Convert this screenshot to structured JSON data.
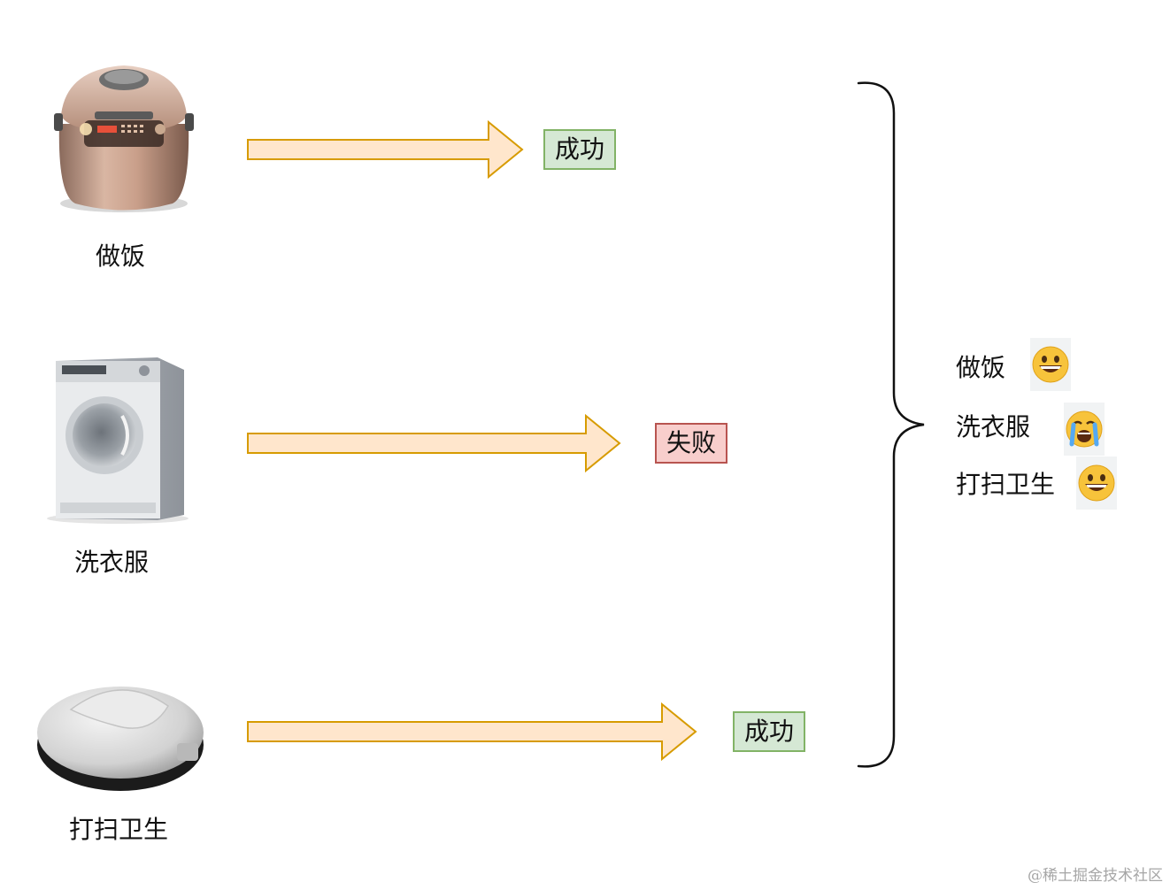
{
  "tasks": [
    {
      "name": "做饭",
      "status": "成功",
      "device_icon": "rice-cooker-icon"
    },
    {
      "name": "洗衣服",
      "status": "失败",
      "device_icon": "washing-machine-icon"
    },
    {
      "name": "打扫卫生",
      "status": "成功",
      "device_icon": "robot-vacuum-icon"
    }
  ],
  "summary": [
    {
      "name": "做饭",
      "emoji_icon": "grinning-face-icon"
    },
    {
      "name": "洗衣服",
      "emoji_icon": "crying-face-icon"
    },
    {
      "name": "打扫卫生",
      "emoji_icon": "grinning-face-icon"
    }
  ],
  "colors": {
    "arrow_fill": "#ffe6cc",
    "arrow_stroke": "#d79b00",
    "success_fill": "#d5e8d4",
    "success_stroke": "#82b366",
    "fail_fill": "#f8cecc",
    "fail_stroke": "#b85450"
  },
  "watermark": "@稀土掘金技术社区"
}
